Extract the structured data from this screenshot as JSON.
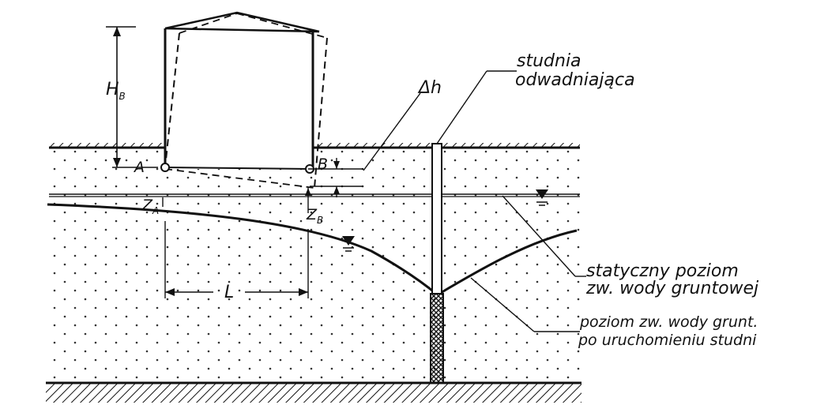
{
  "labels": {
    "h_b": "H",
    "h_b_sub": "B",
    "delta_h": "Δh",
    "point_a": "A",
    "point_b": "B",
    "z_a": "Z",
    "z_a_sub": "A",
    "z_b": "Z",
    "z_b_sub": "B",
    "length": "L",
    "well_line1": "studnia",
    "well_line2": "odwadniająca",
    "static_line1": "statyczny poziom",
    "static_line2": "zw. wody gruntowej",
    "lowered_line1": "poziom zw. wody grunt.",
    "lowered_line2": "po uruchomieniu studni"
  },
  "colors": {
    "ink": "#111111",
    "paper": "#ffffff"
  }
}
